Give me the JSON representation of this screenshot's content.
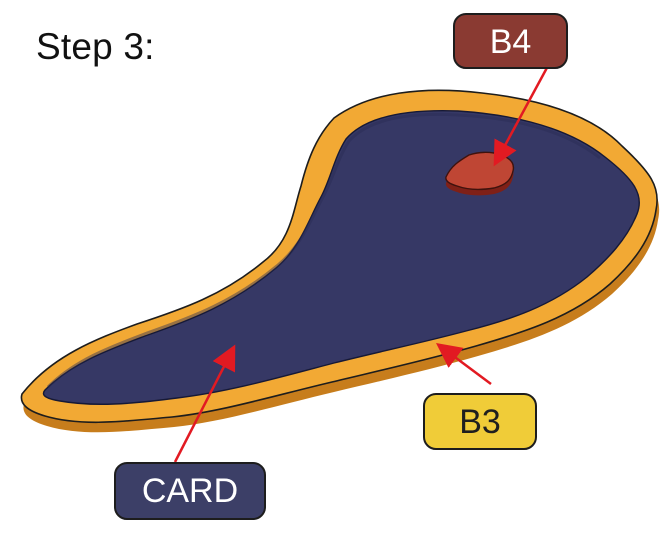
{
  "title": "Step 3:",
  "labels": {
    "b4": "B4",
    "b3": "B3",
    "card": "CARD"
  },
  "colors": {
    "water": "#363865",
    "water_dark": "#2b2d54",
    "rim_top": "#f2a934",
    "rim_side": "#c77d1c",
    "island_top": "#bf4634",
    "island_side": "#7f2017",
    "b4_fill": "#8a3a32",
    "b3_fill": "#f0cc38",
    "card_fill": "#3c3f67",
    "arrow": "#e21a22"
  }
}
